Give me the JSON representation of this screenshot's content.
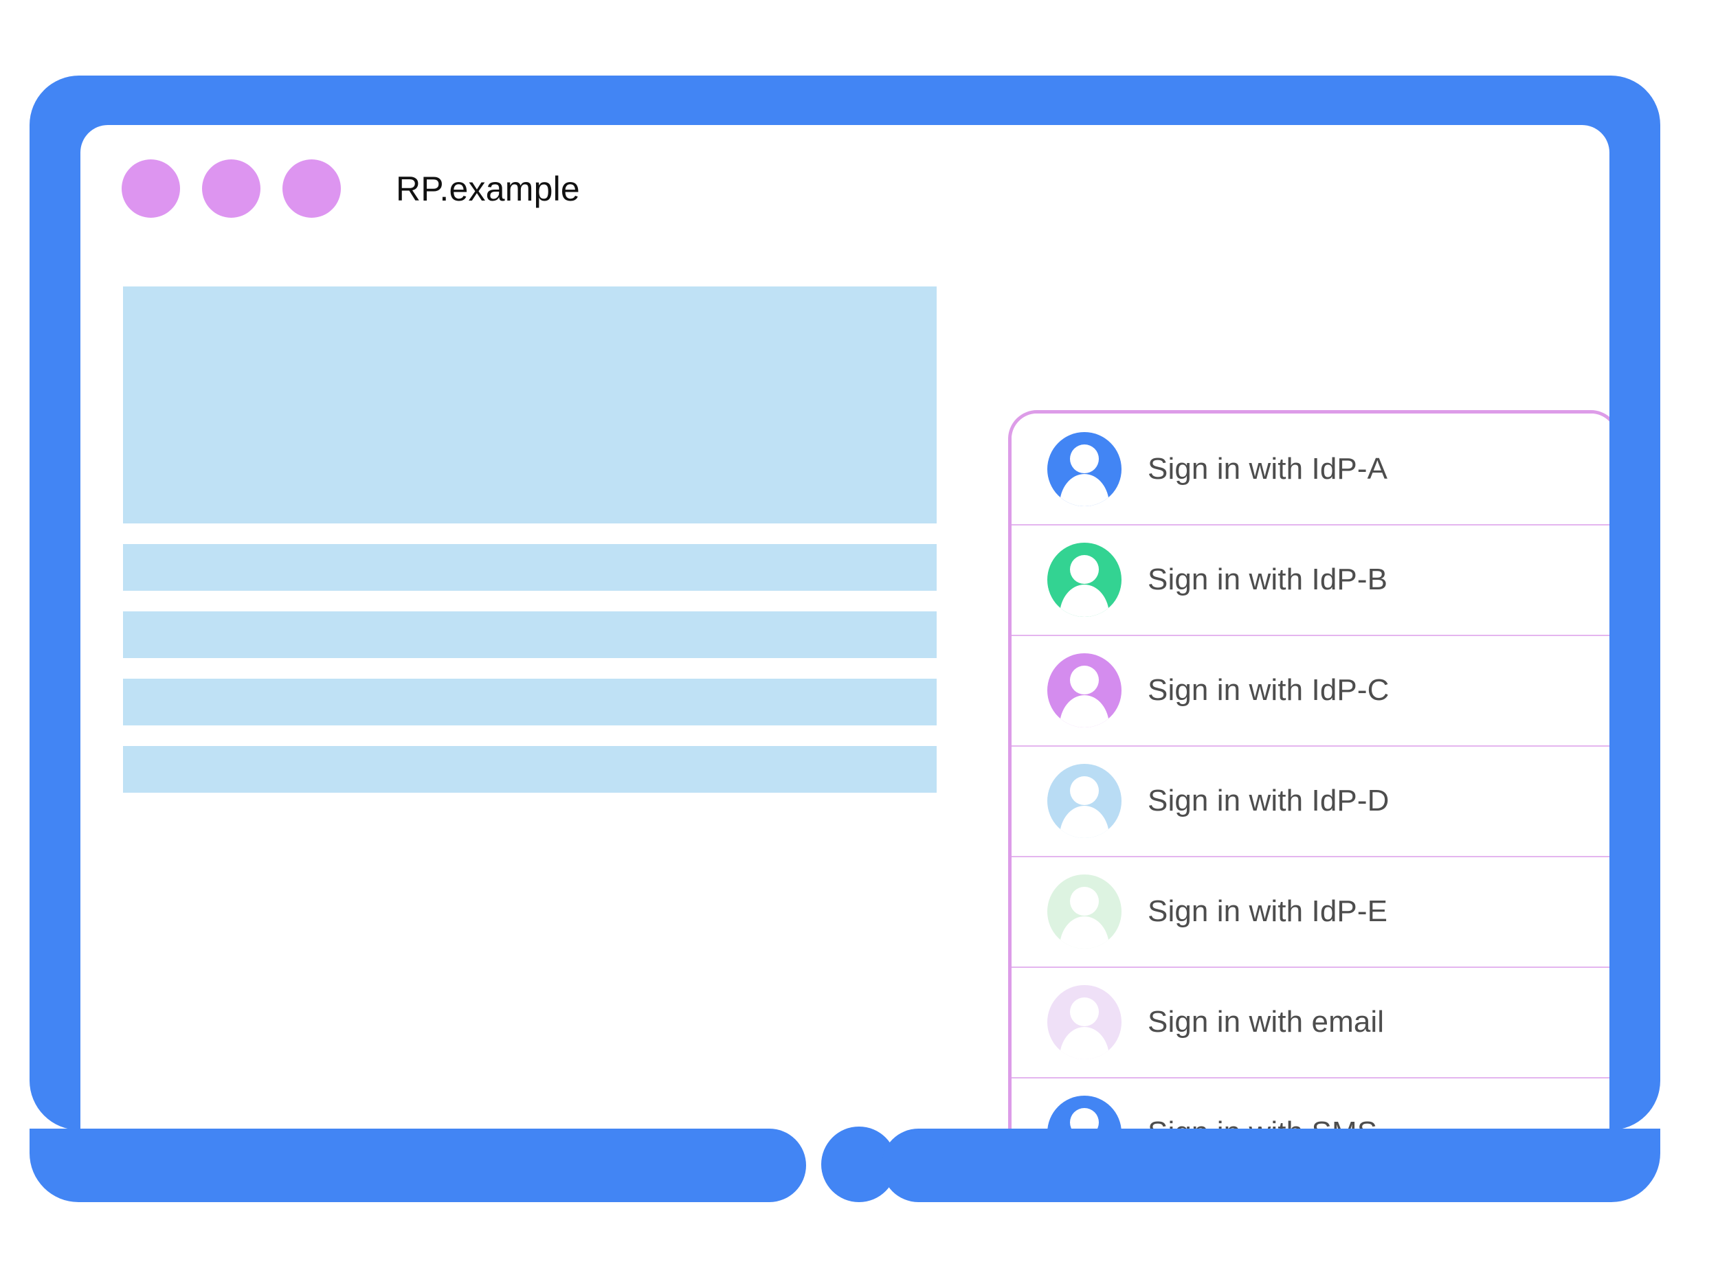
{
  "colors": {
    "brand_blue": "#4285f4",
    "title_dot_purple": "#dd95f0",
    "placeholder_blue": "#bfe1f5",
    "card_border_purple": "#dd9ce8",
    "divider_purple": "#e4b5ef",
    "label_text": "#4d4d4d",
    "title_text": "#111111"
  },
  "window": {
    "title": "RP.example",
    "dots": [
      {
        "name": "window-dot-1",
        "color": "#dd95f0"
      },
      {
        "name": "window-dot-2",
        "color": "#dd95f0"
      },
      {
        "name": "window-dot-3",
        "color": "#dd95f0"
      }
    ]
  },
  "content_placeholders": [
    {
      "name": "hero-block",
      "type": "hero"
    },
    {
      "name": "text-line-1",
      "type": "bar"
    },
    {
      "name": "text-line-2",
      "type": "bar"
    },
    {
      "name": "text-line-3",
      "type": "bar"
    },
    {
      "name": "text-line-4",
      "type": "bar"
    }
  ],
  "signin_card": {
    "name": "federated-signin-account-chooser",
    "rows": [
      {
        "label": "Sign in with IdP-A",
        "avatar_color": "#4285f4",
        "icon": "avatar-icon"
      },
      {
        "label": "Sign in with IdP-B",
        "avatar_color": "#33d392",
        "icon": "avatar-icon"
      },
      {
        "label": "Sign in with IdP-C",
        "avatar_color": "#d48cee",
        "icon": "avatar-icon"
      },
      {
        "label": "Sign in with IdP-D",
        "avatar_color": "#b9dcf4",
        "icon": "avatar-icon"
      },
      {
        "label": "Sign in with IdP-E",
        "avatar_color": "#ddf3e1",
        "icon": "avatar-icon"
      },
      {
        "label": "Sign in with email",
        "avatar_color": "#efe0f7",
        "icon": "avatar-icon"
      },
      {
        "label": "Sign in with SMS",
        "avatar_color": "#4285f4",
        "icon": "avatar-icon"
      }
    ]
  },
  "device": {
    "home_button_name": "home-button",
    "bezel_name": "device-bezel"
  }
}
